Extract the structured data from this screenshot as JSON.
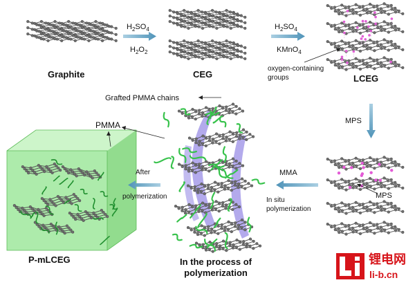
{
  "labels": {
    "graphite": "Graphite",
    "ceg": "CEG",
    "lceg": "LCEG",
    "pmlceg": "P-mLCEG",
    "process_line1": "In the process of",
    "process_line2": "polymerization"
  },
  "arrows": {
    "step1": {
      "top_main": "H",
      "top_sub": "2",
      "top_rest": "SO",
      "top_sub2": "4",
      "bottom_main": "H",
      "bottom_sub": "2",
      "bottom_mid": "O",
      "bottom_sub2": "2"
    },
    "step2": {
      "top_main": "H",
      "top_sub": "2",
      "top_rest": "SO",
      "top_sub2": "4",
      "bottom_main": "KMnO",
      "bottom_sub": "4"
    },
    "step3": {
      "label": "MPS"
    },
    "step4": {
      "top": "MMA",
      "bottom_line1": "In situ",
      "bottom_line2": "polymerization"
    },
    "step5": {
      "top": "After",
      "bottom": "polymerization"
    }
  },
  "annotations": {
    "oxygen_line1": "oxygen-containing",
    "oxygen_line2": "groups",
    "grafted": "Grafted PMMA chains",
    "pmma": "PMMA",
    "mps": "MPS"
  },
  "watermark": {
    "logo_letters": "Li",
    "cn_name": "锂电网",
    "domain": "li-b.cn"
  },
  "colors": {
    "carbon": "#6e6e6e",
    "oxygen": "#e35bd6",
    "polymer": "#37c24b",
    "cube": "#9fe79c",
    "ribbon": "#9a8de6",
    "arrow": "#6aa7c9",
    "logo_red": "#d7141a"
  }
}
